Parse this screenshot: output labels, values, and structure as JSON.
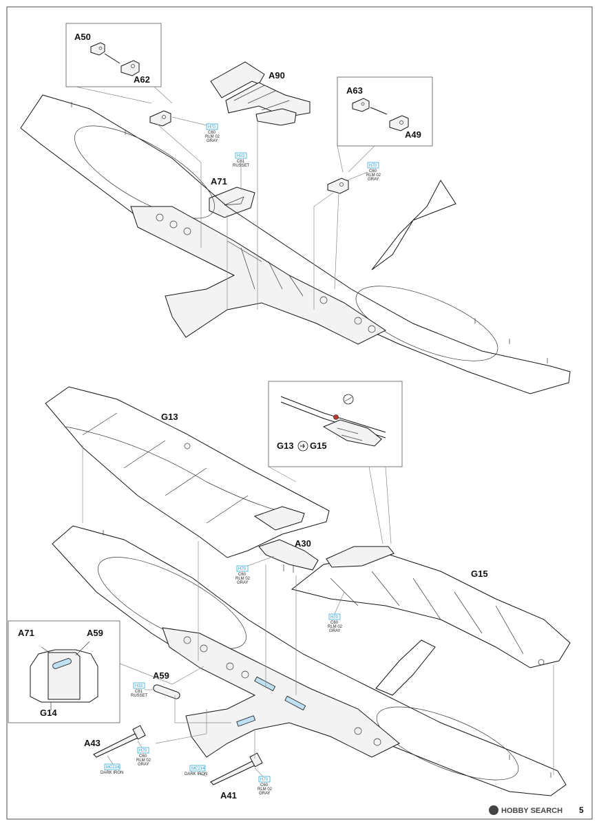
{
  "labels": {
    "a50": "A50",
    "a62": "A62",
    "a90": "A90",
    "a63": "A63",
    "a49": "A49",
    "a71_top": "A71",
    "g13": "G13",
    "g15": "G15",
    "a30": "A30",
    "a71_inset": "A71",
    "a59_inset": "A59",
    "g14": "G14",
    "a59": "A59",
    "a43": "A43",
    "a41": "A41",
    "detail_g13": "G13",
    "detail_g15": "G15"
  },
  "callouts": {
    "c1": {
      "code": "H70",
      "sub1": "C60",
      "sub2": "RLM 02",
      "sub3": "GRAY"
    },
    "c2": {
      "code": "H33",
      "sub1": "C81",
      "sub2": "RUSSET"
    },
    "c3": {
      "code": "H70",
      "sub1": "C60",
      "sub2": "RLM 02",
      "sub3": "GRAY"
    },
    "c4": {
      "code": "H70",
      "sub1": "C60",
      "sub2": "RLM 02",
      "sub3": "GRAY"
    },
    "c5": {
      "code": "H70",
      "sub1": "C60",
      "sub2": "RLM 02",
      "sub3": "GRAY"
    },
    "c6": {
      "code": "H33",
      "sub1": "C81",
      "sub2": "RUSSET"
    },
    "c7": {
      "code": "H70",
      "sub1": "C60",
      "sub2": "RLM 02",
      "sub3": "GRAY"
    },
    "c8": {
      "code": "MC214",
      "sub1": "DARK IRON"
    },
    "c9": {
      "code": "MC214",
      "sub1": "DARK IRON"
    },
    "c10": {
      "code": "H70",
      "sub1": "C60",
      "sub2": "RLM 02",
      "sub3": "GRAY"
    }
  },
  "watermark": "HOBBY SEARCH",
  "page_number": "5",
  "colors": {
    "callout": "#1a9ad6",
    "highlight": "#bfe0f3",
    "marker": "#c0392b"
  }
}
